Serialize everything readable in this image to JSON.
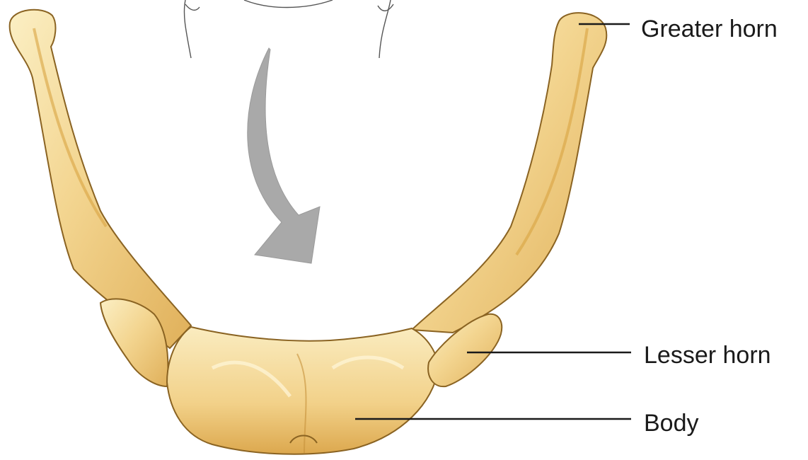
{
  "labels": {
    "greater_horn": "Greater horn",
    "lesser_horn": "Lesser horn",
    "body": "Body"
  },
  "colors": {
    "bone_base": "#F3D590",
    "bone_light": "#FBEFC4",
    "bone_shadow": "#D9A441",
    "bone_outline": "#8A6322",
    "arrow": "#A9A9A9",
    "leader_line": "#1a1a1a"
  },
  "icons": {
    "rotation_arrow": "curved-arrow-down-icon"
  }
}
